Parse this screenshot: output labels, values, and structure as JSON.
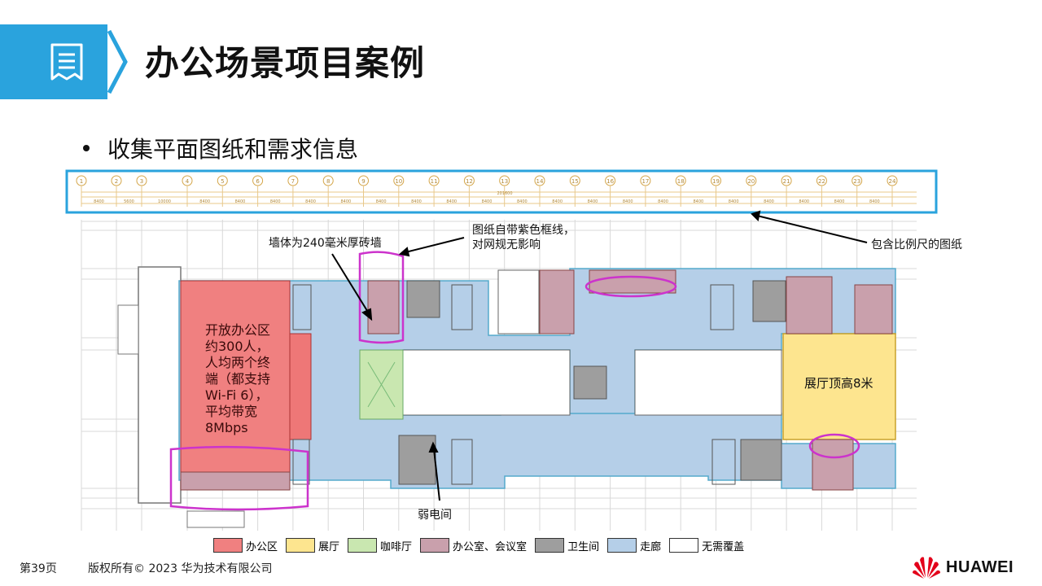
{
  "header": {
    "title": "办公场景项目案例",
    "icon": "notes-icon"
  },
  "bullet": "收集平面图纸和需求信息",
  "annotations": {
    "wall": "墙体为240毫米厚砖墙",
    "purple_frame_line1": "图纸自带紫色框线，",
    "purple_frame_line2": "对网规无影响",
    "scale_drawing": "包含比例尺的图纸",
    "open_office_lines": [
      "开放办公区",
      "约300人，",
      "人均两个终",
      "端（都支持",
      "Wi-Fi 6），",
      "平均带宽",
      "8Mbps"
    ],
    "exhibition": "展厅顶高8米",
    "weak_current": "弱电间"
  },
  "ruler": {
    "axis_numbers": [
      "1",
      "2",
      "3",
      "4",
      "5",
      "6",
      "7",
      "8",
      "9",
      "10",
      "11",
      "12",
      "13",
      "14",
      "15",
      "16",
      "17",
      "18",
      "19",
      "20",
      "21",
      "22",
      "23",
      "24"
    ],
    "total": "201600",
    "segments": [
      "8400",
      "5600",
      "10000",
      "8400",
      "8400",
      "8400",
      "8400",
      "8400",
      "8400",
      "8400",
      "8400",
      "8400",
      "8400",
      "8400",
      "8400",
      "8400",
      "8400",
      "8400",
      "8400",
      "8400",
      "8400",
      "8400",
      "8400",
      "8400"
    ]
  },
  "legend": [
    {
      "label": "办公区",
      "color": "#f08080"
    },
    {
      "label": "展厅",
      "color": "#fde58f"
    },
    {
      "label": "咖啡厅",
      "color": "#c9e7b0"
    },
    {
      "label": "办公室、会议室",
      "color": "#c9a0ac"
    },
    {
      "label": "卫生间",
      "color": "#9e9e9e"
    },
    {
      "label": "走廊",
      "color": "#b5cfe8"
    },
    {
      "label": "无需覆盖",
      "color": "#ffffff"
    }
  ],
  "footer": {
    "page": "第39页",
    "copyright": "版权所有© 2023 华为技术有限公司",
    "brand": "HUAWEI"
  },
  "colors": {
    "accent": "#2aa3dd",
    "purple": "#cc33cc"
  }
}
